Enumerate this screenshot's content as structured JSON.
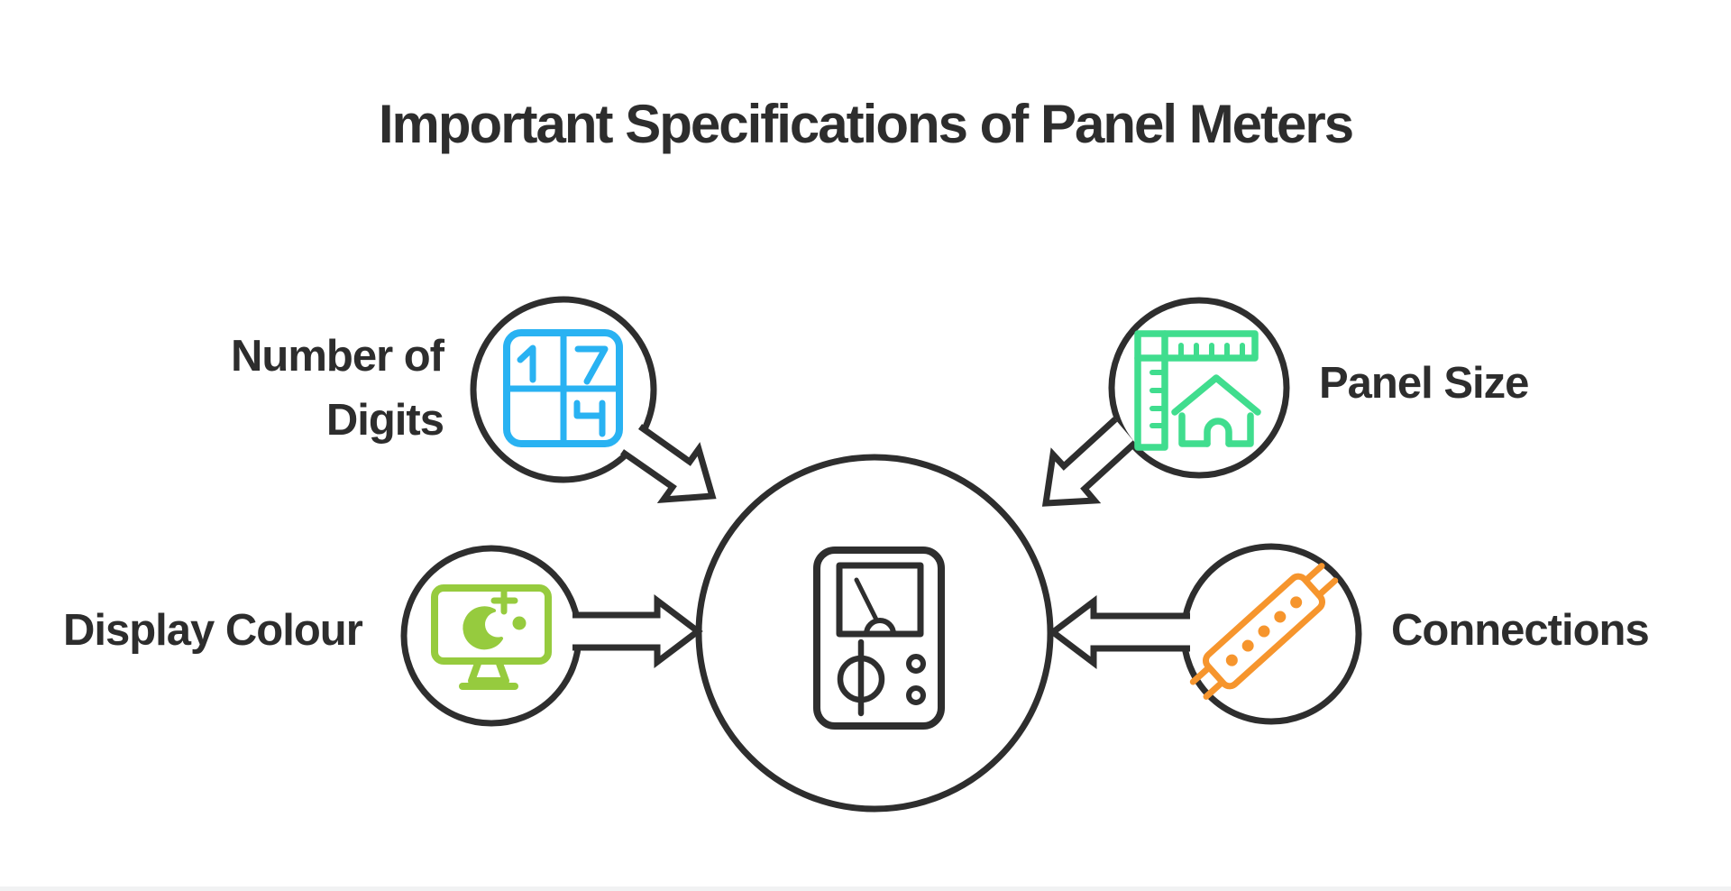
{
  "title": "Important Specifications of Panel Meters",
  "center": {
    "icon": "panel-meter-icon",
    "description_icon": "analog panel meter with gauge needle, phi dial and two indicator dots"
  },
  "spokes": [
    {
      "position": "top-left",
      "label": "Number of\nDigits",
      "icon": "digit-grid-icon",
      "icon_glyphs": [
        "1",
        "7",
        "4"
      ],
      "accent_color_key": "blue",
      "arrow": "points-down-right-to-center"
    },
    {
      "position": "top-right",
      "label": "Panel Size",
      "icon": "ruler-square-house-icon",
      "accent_color_key": "green",
      "arrow": "points-down-left-to-center"
    },
    {
      "position": "bottom-left",
      "label": "Display Colour",
      "icon": "monitor-night-mode-icon",
      "accent_color_key": "lime",
      "arrow": "points-right-to-center"
    },
    {
      "position": "bottom-right",
      "label": "Connections",
      "icon": "terminal-connector-icon",
      "accent_color_key": "orange",
      "arrow": "points-left-to-center"
    }
  ],
  "colors": {
    "ink": "#2E2E2E",
    "blue": "#29B2F2",
    "green": "#40DD8E",
    "lime": "#96CB3E",
    "orange": "#F6952D",
    "background": "#FFFFFF"
  }
}
